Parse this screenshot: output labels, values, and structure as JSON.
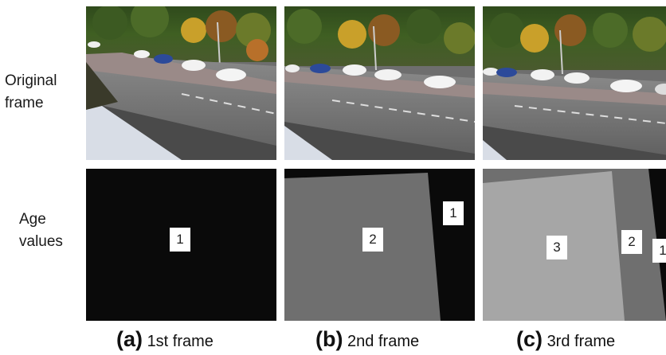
{
  "row_labels": {
    "original": [
      "Original",
      "frame"
    ],
    "age": [
      "Age",
      "values"
    ]
  },
  "age_values": {
    "frame_a": [
      "1"
    ],
    "frame_b": [
      "2",
      "1"
    ],
    "frame_c": [
      "3",
      "2",
      "1"
    ]
  },
  "captions": [
    {
      "letter": "(a)",
      "text": "1st frame"
    },
    {
      "letter": "(b)",
      "text": "2nd frame"
    },
    {
      "letter": "(c)",
      "text": "3rd frame"
    }
  ],
  "colors": {
    "age_1": "#0a0a0a",
    "age_2": "#6f6f6f",
    "age_3": "#a6a6a6"
  }
}
